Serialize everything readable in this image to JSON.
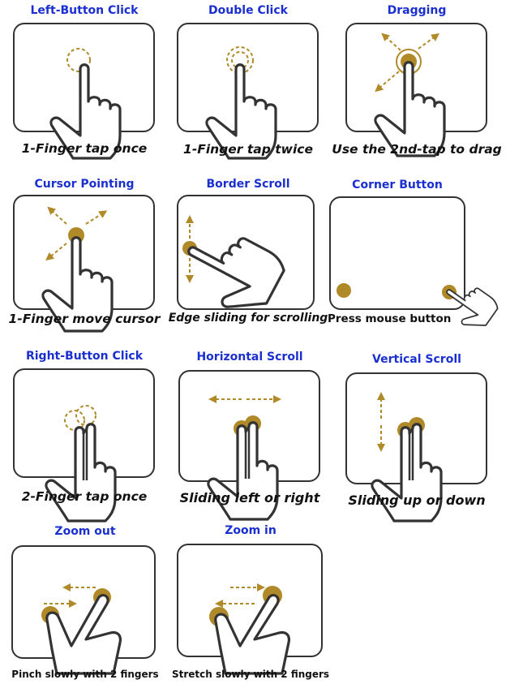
{
  "colors": {
    "title": "#1a2fd0",
    "gesture": "#b08a28",
    "outline": "#333333"
  },
  "gestures": [
    {
      "title": "Left-Button Click",
      "caption": "1-Finger tap once",
      "icon": "one-finger-tap-icon"
    },
    {
      "title": "Double Click",
      "caption": "1-Finger tap twice",
      "icon": "one-finger-double-tap-icon"
    },
    {
      "title": "Dragging",
      "caption": "Use the 2nd-tap to drag",
      "icon": "drag-icon"
    },
    {
      "title": "Cursor Pointing",
      "caption": "1-Finger move cursor",
      "icon": "cursor-move-icon"
    },
    {
      "title": "Border Scroll",
      "caption": "Edge sliding for scrolling",
      "icon": "edge-scroll-icon"
    },
    {
      "title": "Corner Button",
      "caption": "Press mouse button",
      "icon": "corner-press-icon"
    },
    {
      "title": "Right-Button Click",
      "caption": "2-Finger tap once",
      "icon": "two-finger-tap-icon"
    },
    {
      "title": "Horizontal Scroll",
      "caption": "Sliding left or right",
      "icon": "horizontal-scroll-icon"
    },
    {
      "title": "Vertical Scroll",
      "caption": "Sliding up or down",
      "icon": "vertical-scroll-icon"
    },
    {
      "title": "Zoom out",
      "caption": "Pinch slowly with 2 fingers",
      "icon": "pinch-icon"
    },
    {
      "title": "Zoom in",
      "caption": "Stretch slowly with 2 fingers",
      "icon": "stretch-icon"
    }
  ]
}
